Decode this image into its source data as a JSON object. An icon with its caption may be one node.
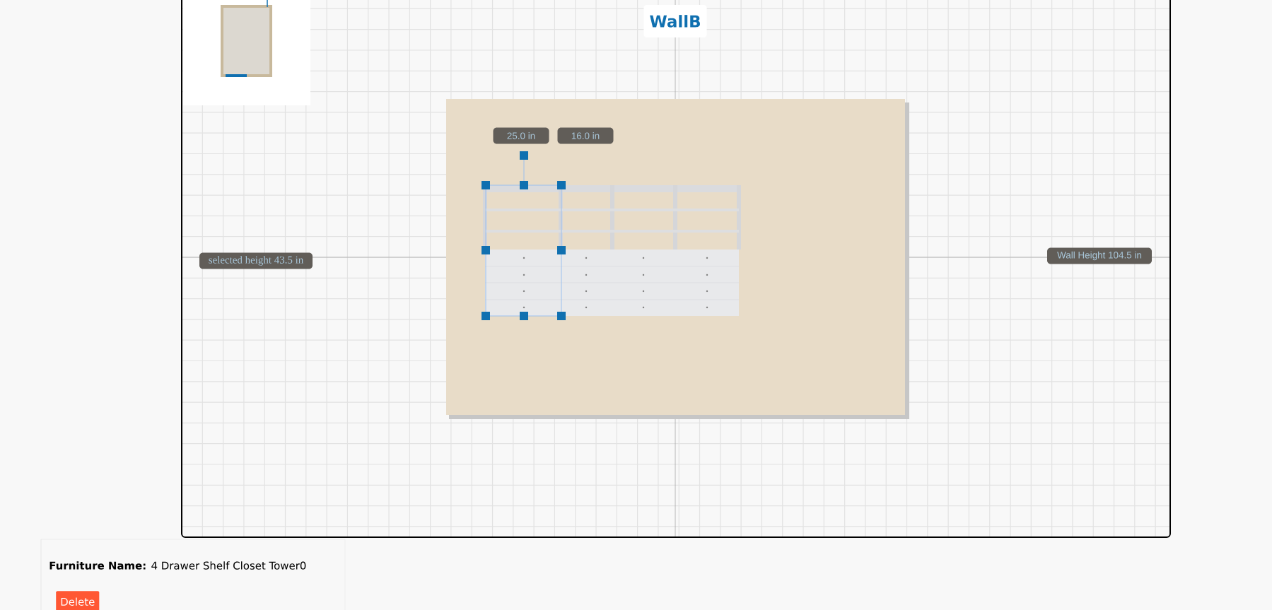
{
  "diagram": {
    "title": "WallB",
    "labels": [
      "25.0 in",
      "16.0 in",
      "selected height 43.5 in",
      "Wall Height 104.5 in",
      "**Furniture Name:** 4 Drawer Shelf Closet Tower0",
      "Delete"
    ]
  }
}
